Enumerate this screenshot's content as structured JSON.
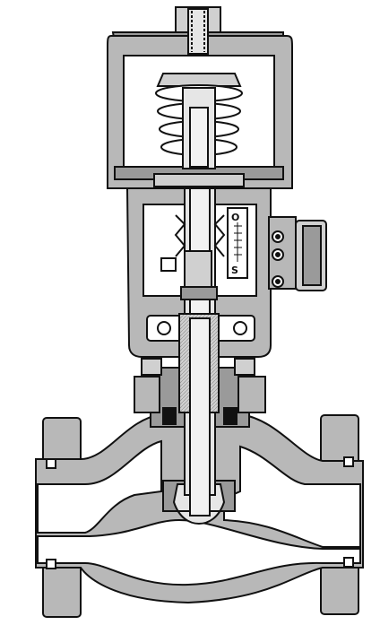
{
  "diagram": {
    "subject": "control-valve-cross-section",
    "colors": {
      "outline": "#111111",
      "body_fill": "#b8b8b8",
      "body_fill_dark": "#9a9a9a",
      "cavity_fill": "#ffffff",
      "stem_fill": "#e6e6e6"
    },
    "scale_plate": {
      "top_label": "O",
      "bottom_label": "S"
    }
  }
}
